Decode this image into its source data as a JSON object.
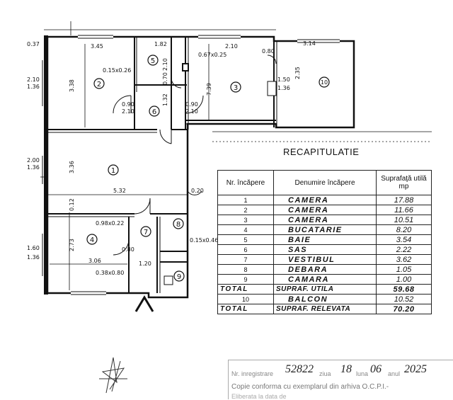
{
  "recap": {
    "title": "RECAPITULATIE",
    "headers": {
      "nr": "Nr. încăpere",
      "name": "Denumire încăpere",
      "area": "Suprafaţă utilă mp"
    },
    "rows": [
      {
        "nr": "1",
        "name": "CAMERA",
        "area": "17.88"
      },
      {
        "nr": "2",
        "name": "CAMERA",
        "area": "11.66"
      },
      {
        "nr": "3",
        "name": "CAMERA",
        "area": "10.51"
      },
      {
        "nr": "4",
        "name": "BUCATARIE",
        "area": "8.20"
      },
      {
        "nr": "5",
        "name": "BAIE",
        "area": "3.54"
      },
      {
        "nr": "6",
        "name": "SAS",
        "area": "2.22"
      },
      {
        "nr": "7",
        "name": "VESTIBUL",
        "area": "3.62"
      },
      {
        "nr": "8",
        "name": "DEBARA",
        "area": "1.05"
      },
      {
        "nr": "9",
        "name": "CAMARA",
        "area": "1.00"
      }
    ],
    "total_util": {
      "nr": "TOTAL",
      "name": "SUPRAF. UTILA",
      "area": "59.68"
    },
    "balcon": {
      "nr": "10",
      "name": "BALCON",
      "area": "10.52"
    },
    "total_relevata": {
      "nr": "TOTAL",
      "name": "SUPRAF. RELEVATA",
      "area": "70.20"
    }
  },
  "stamp": {
    "line1": "Nr. inregistrare",
    "number": "52822",
    "day": "18",
    "month": "06",
    "year": "2025",
    "ziua": "ziua",
    "luna": "luna",
    "anul": "anul",
    "line2": "Copie conforma cu exemplarul din arhiva O.C.P.I.-",
    "line3": "Eliberata la data de"
  },
  "plan": {
    "room_numbers": [
      "1",
      "2",
      "3",
      "4",
      "5",
      "6",
      "7",
      "8",
      "9",
      "10"
    ],
    "dimensions": {
      "w_345": "3.45",
      "w_182": "1.82",
      "w_210": "2.10",
      "w_314": "3.14",
      "h_338": "3.38",
      "h_739": "7.39",
      "h_235": "2.35",
      "h_336": "3.36",
      "w_532": "5.32",
      "w_306": "3.06",
      "w_120": "1.20",
      "h_273": "2.73",
      "w_037": "0.37",
      "h_210": "2.10",
      "h_136": "1.36",
      "h_200": "2.00",
      "h_160": "1.60",
      "w_020": "0.20",
      "w_012": "0.12",
      "d_090_210a": "0.90",
      "d_090_210b": "2.10",
      "d_080": "0.80",
      "d_150": "1.50",
      "d_132": "1.32",
      "d_070": "0.70",
      "win_015x026": "0.15x0.26",
      "win_067x025": "0.67x0.25",
      "win_098x022": "0.98x0.22",
      "win_038x080": "0.38x0.80",
      "win_016x046": "0.15x0.46"
    }
  }
}
